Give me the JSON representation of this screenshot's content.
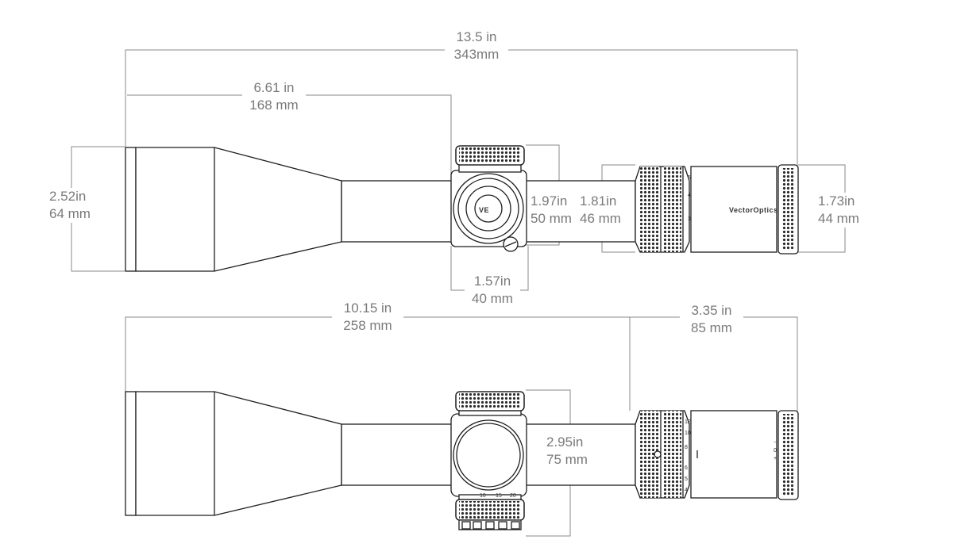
{
  "dimensions": {
    "overall_length": {
      "imperial": "13.5 in",
      "metric": "343mm"
    },
    "objective_to_turret": {
      "imperial": "6.61 in",
      "metric": "168 mm"
    },
    "objective_diameter": {
      "imperial": "2.52in",
      "metric": "64 mm"
    },
    "turret_height": {
      "imperial": "1.97in",
      "metric": "50 mm"
    },
    "power_ring_diameter": {
      "imperial": "1.81in",
      "metric": "46 mm"
    },
    "eyepiece_diameter": {
      "imperial": "1.73in",
      "metric": "44 mm"
    },
    "turret_width": {
      "imperial": "1.57in",
      "metric": "40 mm"
    },
    "objective_to_ring": {
      "imperial": "10.15 in",
      "metric": "258 mm"
    },
    "eyepiece_length": {
      "imperial": "3.35 in",
      "metric": "85 mm"
    },
    "turret_span": {
      "imperial": "2.95in",
      "metric": "75 mm"
    }
  },
  "brand_mark": "VectorOptics",
  "logo_text": "VE",
  "magnification_marks_side": [
    "5",
    "4",
    "3"
  ],
  "magnification_marks_top": [
    "12",
    "10",
    "8",
    "6",
    "5",
    "4"
  ],
  "elevation_marks": [
    "10",
    "15",
    "20"
  ],
  "diopter_marks": [
    "+",
    "0",
    "−"
  ],
  "colors": {
    "line": "#1e1e1e",
    "dimension": "#8a8a8a",
    "text": "#7a7a7a"
  }
}
